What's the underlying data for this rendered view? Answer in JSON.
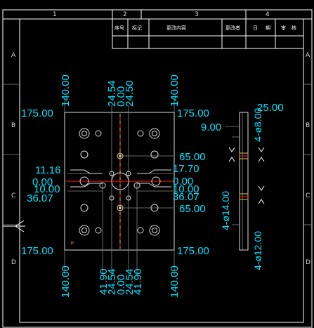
{
  "border": {
    "top_numbers": [
      "1",
      "2",
      "3",
      "4"
    ],
    "side_letters": [
      "A",
      "B",
      "C",
      "D"
    ]
  },
  "revision_table": {
    "headers": [
      "序号",
      "标记",
      "更改内容",
      "更改者",
      "日",
      "期",
      "审",
      "核"
    ]
  },
  "top_view": {
    "corner_labels": {
      "top_left": "175.00",
      "top_right": "175.00",
      "bottom_left": "175.00",
      "bottom_right": "175.00"
    },
    "vertical_top": {
      "left": "140.00",
      "center_a": "24.54",
      "center_b": "0.00",
      "center_c": "24.50",
      "right": "140.00"
    },
    "vertical_bottom": {
      "left": "140.00",
      "center_a": "41.90",
      "center_b": "24.54",
      "center_c": "0.00",
      "center_d": "24.54",
      "center_e": "41.90",
      "right": "140.00"
    },
    "right_dims": [
      "65.00",
      "17.70",
      "0.00",
      "10.00",
      "36.07",
      "65.00"
    ],
    "left_dims": [
      "11.16",
      "0.00",
      "10.00",
      "36.07"
    ],
    "marker": "P"
  },
  "side_view": {
    "dim_top": "25.00",
    "dim_left": "9.00",
    "hole_top": "4-ø8.00",
    "hole_mid": "4-ø14.00",
    "hole_bot": "4-ø12.00"
  },
  "colors": {
    "dimension": "#00e5ff",
    "outline": "#dcdcdc",
    "center_line": "#ff2020",
    "background": "#000000"
  }
}
